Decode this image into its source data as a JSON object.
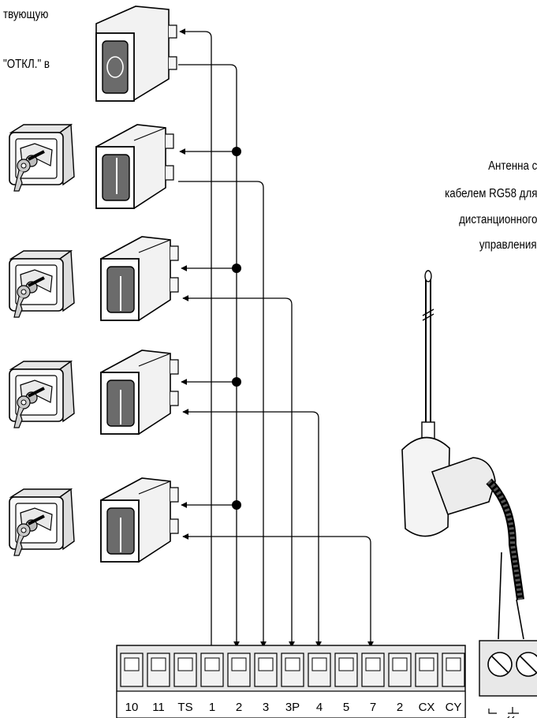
{
  "instruction": {
    "line1": "твующую",
    "line2": "\"ОТКЛ.\" в"
  },
  "antenna": {
    "lines": [
      "Антенна с",
      "кабелем RG58 для",
      "дистанционного",
      "управления"
    ]
  },
  "terminal_block": {
    "labels": [
      "10",
      "11",
      "TS",
      "1",
      "2",
      "3",
      "3P",
      "4",
      "5",
      "7",
      "2",
      "CX",
      "CY"
    ]
  },
  "antenna_terminal": {
    "labels": [
      "⟂",
      "⏚"
    ]
  }
}
